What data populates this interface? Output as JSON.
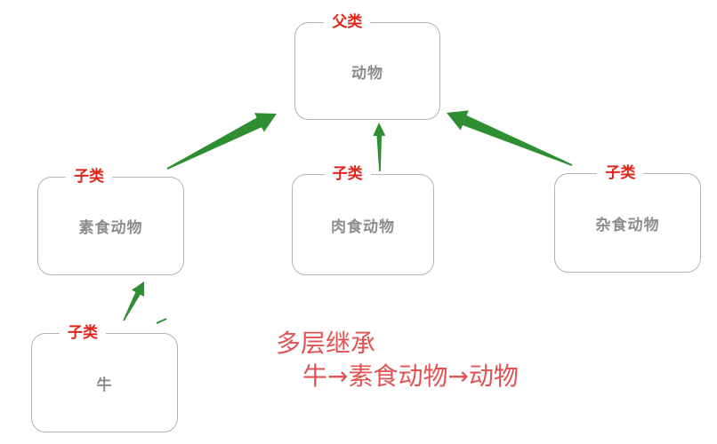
{
  "diagram": {
    "nodes": [
      {
        "id": "animal",
        "role_label": "父类",
        "text": "动物"
      },
      {
        "id": "herbivore",
        "role_label": "子类",
        "text": "素食动物"
      },
      {
        "id": "carnivore",
        "role_label": "子类",
        "text": "肉食动物"
      },
      {
        "id": "omnivore",
        "role_label": "子类",
        "text": "杂食动物"
      },
      {
        "id": "cow",
        "role_label": "子类",
        "text": "牛"
      }
    ],
    "edges": [
      {
        "id": "herbivore-to-animal",
        "from": "素食动物",
        "to": "动物"
      },
      {
        "id": "carnivore-to-animal",
        "from": "肉食动物",
        "to": "动物"
      },
      {
        "id": "omnivore-to-animal",
        "from": "杂食动物",
        "to": "动物"
      },
      {
        "id": "cow-to-herbivore",
        "from": "牛",
        "to": "素食动物"
      }
    ],
    "annotation": {
      "line1": "多层继承",
      "line2": "牛→素食动物→动物"
    },
    "colors": {
      "arrow_green": "#2f8d32",
      "label_red": "#e02318",
      "annotation_red": "#e25353",
      "box_border": "#b3b3b3",
      "box_text": "#8c8c8c"
    }
  }
}
